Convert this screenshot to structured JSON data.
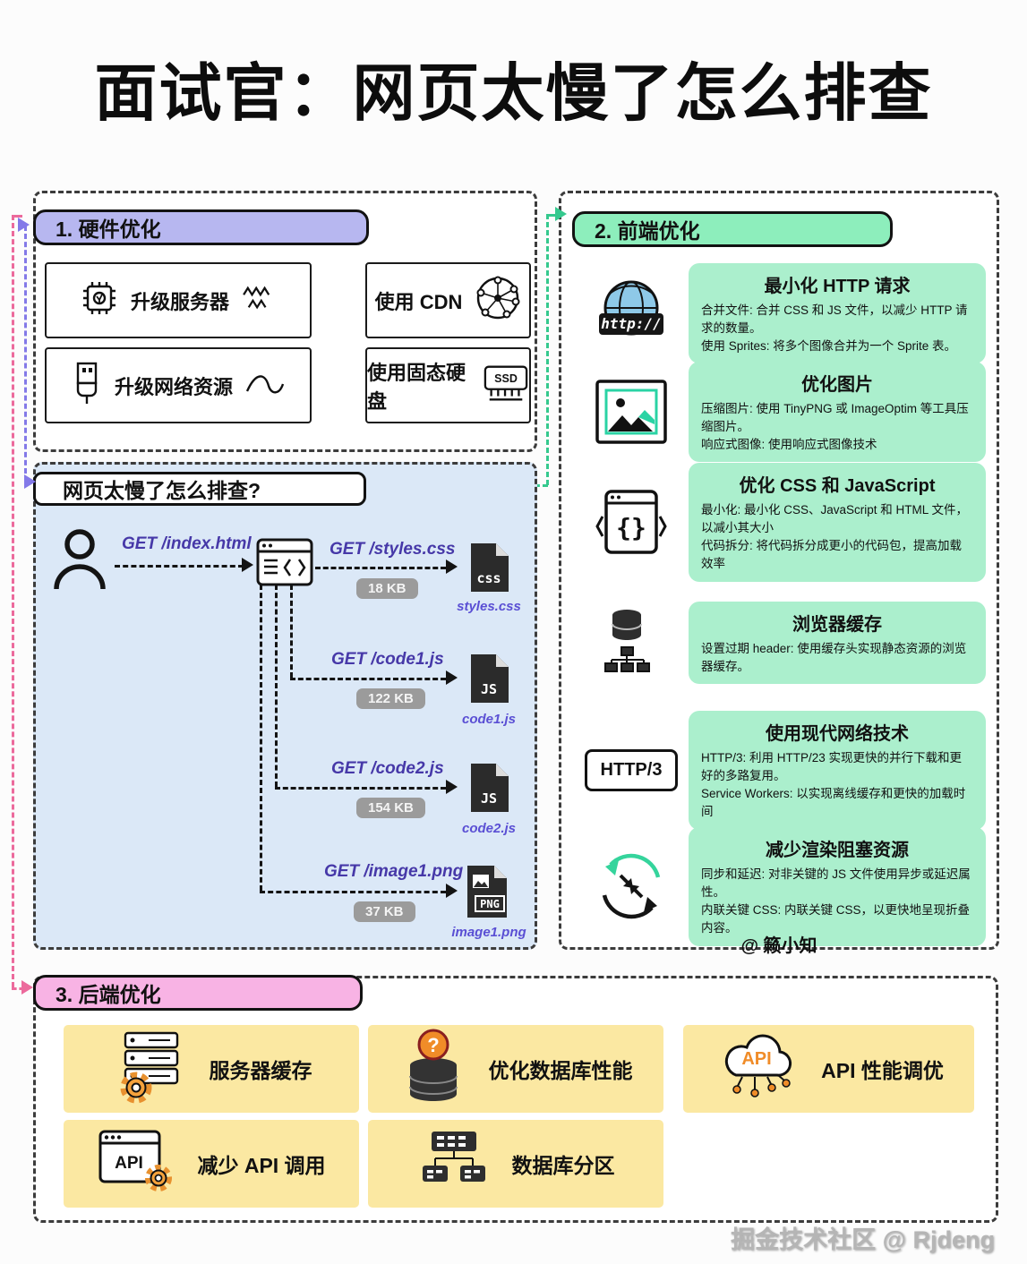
{
  "colors": {
    "hw-header-bg": "#b7b7f0",
    "fe-header-bg": "#8deebc",
    "fe-card-bg": "#abefcd",
    "be-header-bg": "#f8b3e4",
    "be-card-bg": "#fbe8a2",
    "flow-bg": "#dbe8f7",
    "get-text": "#4638a8",
    "badge-bg": "#9b9b9b",
    "green-line": "#35c98e",
    "pink-line": "#ec6a9c",
    "purple-line": "#8379e8"
  },
  "title": "面试官：网页太慢了怎么排查",
  "watermark": "掘金技术社区 @ Rjdeng",
  "icon_labels": {
    "http": "http://",
    "http3": "HTTP/3",
    "ssd": "SSD",
    "api": "API"
  },
  "section1": {
    "header": "1. 硬件优化",
    "items": [
      {
        "label": "升级服务器"
      },
      {
        "label": "使用 CDN"
      },
      {
        "label": "升级网络资源"
      },
      {
        "label": "使用固态硬盘"
      }
    ]
  },
  "flow": {
    "header": "网页太慢了怎么排查?",
    "index_request": "GET /index.html",
    "requests": [
      {
        "label": "GET /styles.css",
        "size": "18 KB",
        "file": "styles.css",
        "badge": "css"
      },
      {
        "label": "GET /code1.js",
        "size": "122 KB",
        "file": "code1.js",
        "badge": "JS"
      },
      {
        "label": "GET /code2.js",
        "size": "154 KB",
        "file": "code2.js",
        "badge": "JS"
      },
      {
        "label": "GET /image1.png",
        "size": "37 KB",
        "file": "image1.png",
        "badge": "PNG"
      }
    ]
  },
  "section2": {
    "header": "2. 前端优化",
    "attribution": "@ 籁小知",
    "cards": [
      {
        "title": "最小化 HTTP 请求",
        "desc": "合并文件: 合并 CSS 和 JS 文件，以减少 HTTP 请求的数量。\n使用 Sprites: 将多个图像合并为一个 Sprite 表。"
      },
      {
        "title": "优化图片",
        "desc": "压缩图片: 使用 TinyPNG 或 ImageOptim 等工具压缩图片。\n响应式图像: 使用响应式图像技术"
      },
      {
        "title": "优化 CSS 和 JavaScript",
        "desc": "最小化: 最小化 CSS、JavaScript 和 HTML 文件，以减小其大小\n代码拆分: 将代码拆分成更小的代码包，提高加载效率"
      },
      {
        "title": "浏览器缓存",
        "desc": "设置过期 header: 使用缓存头实现静态资源的浏览器缓存。"
      },
      {
        "title": "使用现代网络技术",
        "desc": "HTTP/3: 利用 HTTP/23 实现更快的并行下载和更好的多路复用。\nService Workers: 以实现离线缓存和更快的加载时间"
      },
      {
        "title": "减少渲染阻塞资源",
        "desc": "同步和延迟: 对非关键的 JS 文件使用异步或延迟属性。\n内联关键 CSS: 内联关键 CSS，以更快地呈现折叠内容。"
      }
    ]
  },
  "section3": {
    "header": "3. 后端优化",
    "items": [
      {
        "label": "服务器缓存"
      },
      {
        "label": "优化数据库性能"
      },
      {
        "label": "API 性能调优"
      },
      {
        "label": "减少 API 调用"
      },
      {
        "label": "数据库分区"
      }
    ]
  }
}
